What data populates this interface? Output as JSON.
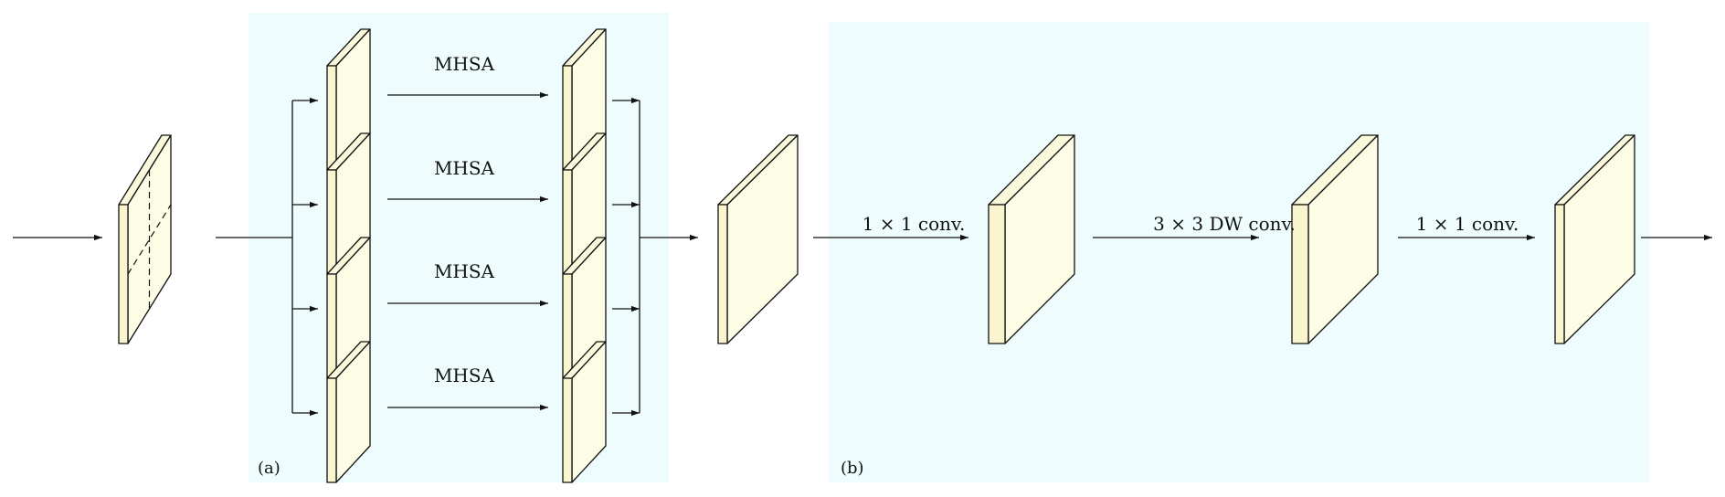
{
  "colors": {
    "panel_fill": "#effcfd",
    "block_face": "#fdfde6",
    "block_side": "#f8f5cf",
    "block_top": "#fbf9dc",
    "line": "#111111"
  },
  "panel_a": {
    "caption": "(a)",
    "branches": [
      {
        "op_label": "MHSA"
      },
      {
        "op_label": "MHSA"
      },
      {
        "op_label": "MHSA"
      },
      {
        "op_label": "MHSA"
      }
    ]
  },
  "panel_b": {
    "caption": "(b)",
    "ops": [
      {
        "label": "1 × 1 conv."
      },
      {
        "label": "3 × 3 DW conv."
      },
      {
        "label": "1 × 1 conv."
      }
    ]
  }
}
